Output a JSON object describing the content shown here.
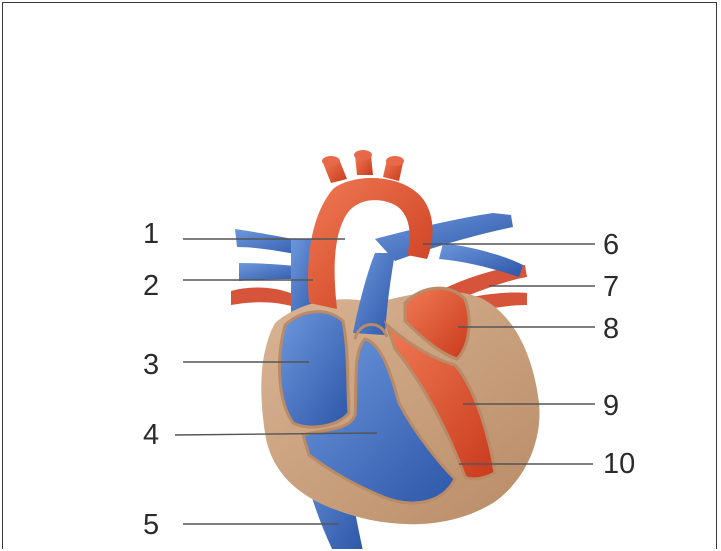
{
  "labels": {
    "l1": "1",
    "l2": "2",
    "l3": "3",
    "l4": "4",
    "l5": "5",
    "l6": "6",
    "l7": "7",
    "l8": "8",
    "l9": "9",
    "l10": "10"
  },
  "colors": {
    "deoxygenated": "#3f6fc4",
    "oxygenated": "#e0502e",
    "muscle": "#caa07e",
    "leader": "#555555"
  }
}
